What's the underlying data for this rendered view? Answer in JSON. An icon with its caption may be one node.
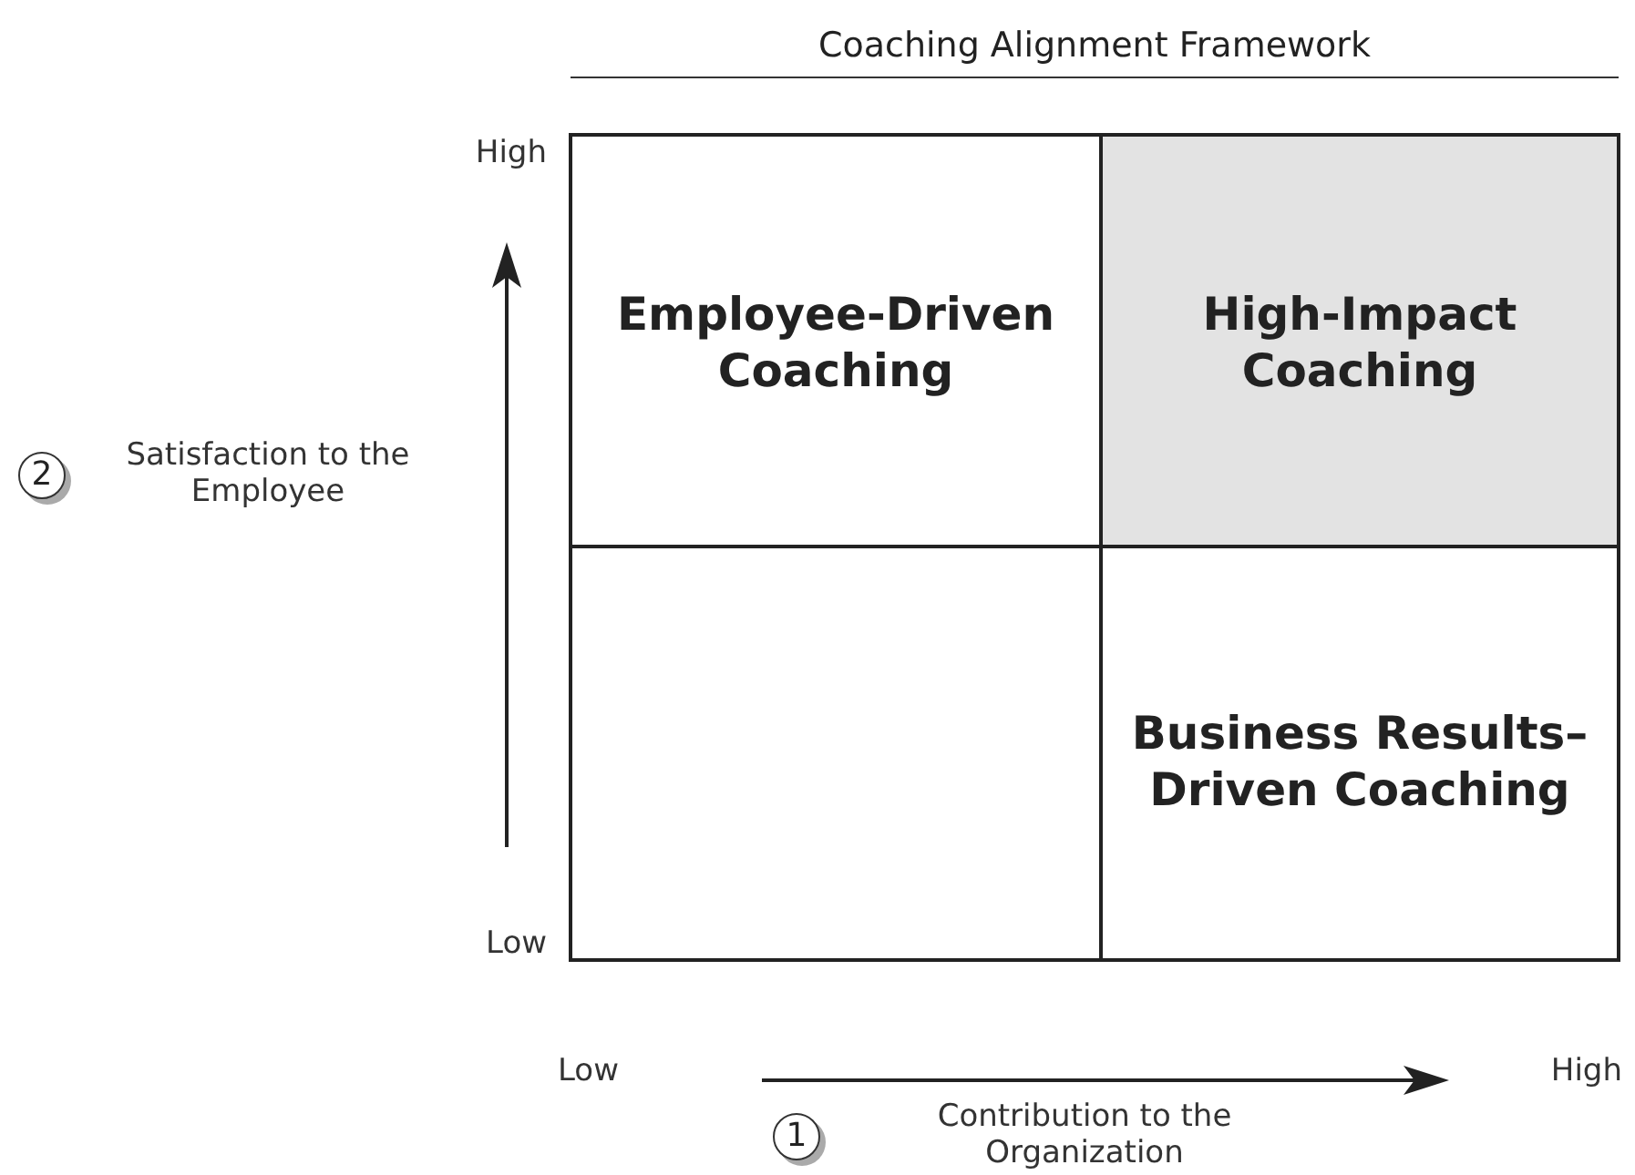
{
  "diagram": {
    "title": "Coaching Alignment Framework",
    "nodes": [
      {
        "text": [
          "Employee-Driven Coaching"
        ]
      },
      {
        "text": [
          "High-Impact Coaching"
        ]
      },
      {
        "text": [],
        "shape": "box"
      },
      {
        "text": [
          "Business Results–Driven Coaching"
        ]
      }
    ],
    "labels": [
      "High",
      "2",
      "Satisfaction to the Employee",
      "Low",
      "Low",
      "High",
      "1",
      "Contribution to the Organization"
    ]
  }
}
